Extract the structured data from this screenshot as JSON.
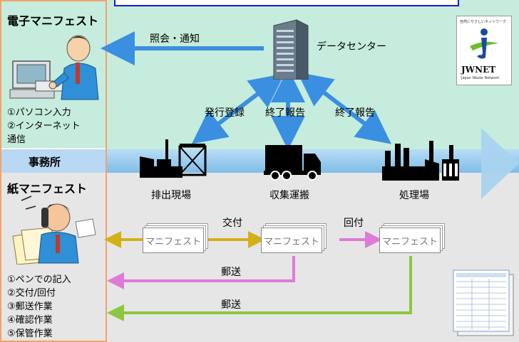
{
  "left": {
    "electronic_title": "電子マニフェスト",
    "electronic_items": [
      "①パソコン入力",
      "②インターネット",
      "通信"
    ],
    "office_label": "事務所",
    "paper_title": "紙マニフェスト",
    "paper_items": [
      "①ペンでの記入",
      "②交付/回付",
      "③郵送作業",
      "④確認作業",
      "⑤保管作業"
    ]
  },
  "center": {
    "inquiry_label": "照会・通知",
    "data_center_label": "データセンター",
    "issue_label": "発行登録",
    "complete_label_1": "終了報告",
    "complete_label_2": "終了報告"
  },
  "sites": {
    "discharge": "排出現場",
    "transport": "収集運搬",
    "disposal": "処理場"
  },
  "paper_flow": {
    "manifest_text": "マニフェスト",
    "issue": "交付",
    "circulate": "回付",
    "mail_1": "郵送",
    "mail_2": "郵送"
  },
  "logo": {
    "tagline": "自然にやさしいネットワーク",
    "name": "JWNET",
    "subtext": "Japan Waste Network"
  },
  "colors": {
    "electronic_bg": "#c5ecdc",
    "paper_bg": "#e6e6e6",
    "arrow_blue": "#3b8fe0",
    "arrow_yellow": "#d4b017",
    "arrow_pink": "#e07ad8",
    "arrow_green": "#8dc63f",
    "panel_border": "#f2a36b"
  }
}
